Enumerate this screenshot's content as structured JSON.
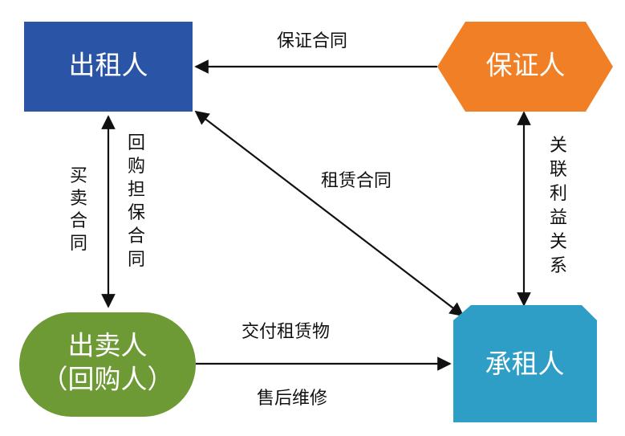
{
  "nodes": {
    "lessor": {
      "label": "出租人",
      "color": "#2a55a7"
    },
    "guarantor": {
      "label": "保证人",
      "color": "#f07f25"
    },
    "seller": {
      "line1": "出卖人",
      "line2": "（回购人）",
      "color": "#6e9a36"
    },
    "lessee": {
      "label": "承租人",
      "color": "#2e9ec6"
    }
  },
  "edges": {
    "guarantee_contract": "保证合同",
    "sales_contract": "买卖合同",
    "buyback_guarantee_contract": "回购担保合同",
    "lease_contract": "租赁合同",
    "related_interest": "关联利益关系",
    "deliver_leased_item": "交付租赁物",
    "after_sales_maintenance": "售后维修"
  }
}
